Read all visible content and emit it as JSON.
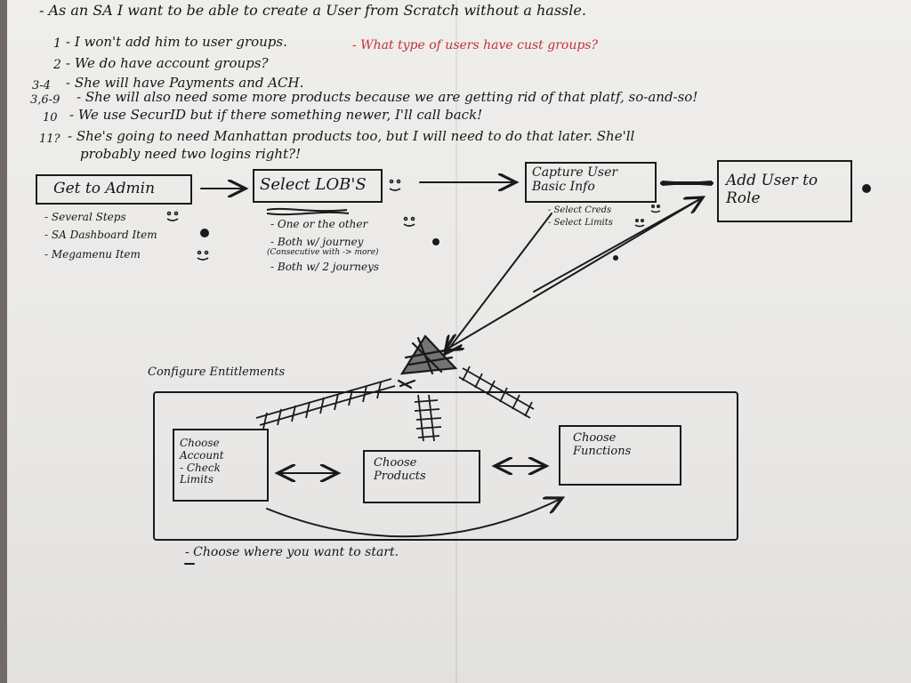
{
  "notes": {
    "line1": "- As an SA I want to be able to create a User from Scratch without a hassle.",
    "item1_num": "1",
    "item1_text": "- I won't add him to user groups.",
    "item2_num": "2",
    "item2_text": "- We do have account groups?",
    "item2_question": "- What type of users have cust groups?",
    "item3_num": "3-4",
    "item3_text": "- She will have Payments and ACH.",
    "item4_num": "3,6-9",
    "item4_text": "- She will also need some more products because we are getting rid of that platf, so-and-so!",
    "item5_num": "10",
    "item5_text": "- We use SecurID but if there something newer, I'll call back!",
    "item6_num": "11?",
    "item6_text": "- She's going to need Manhattan products too, but I will need to do that later. She'll",
    "item6_cont": "probably need two logins right?!"
  },
  "flow": {
    "step1": "Get to Admin",
    "step2": "Select LOB'S",
    "step3": "Capture User Basic Info",
    "step4": "Add User to Role",
    "step1_notes": [
      "- Several Steps",
      "- SA Dashboard Item",
      "- Megamenu Item"
    ],
    "step2_notes": [
      "- One or the other",
      "- Both w/ journey",
      "(Consecutive with -> more)",
      "- Both w/ 2 journeys"
    ],
    "step3_notes": [
      "- Select Creds",
      "- Select Limits"
    ]
  },
  "configure": {
    "label": "Configure Entitlements",
    "box1": "Choose\nAccount\n- Check\nLimits",
    "box2": "Choose\nProducts",
    "box3": "Choose\nFunctions",
    "footer": "- Choose where you want to start."
  },
  "colors": {
    "ink": "#16161a",
    "red_ink": "#c23040",
    "paper": "#eceae7"
  }
}
